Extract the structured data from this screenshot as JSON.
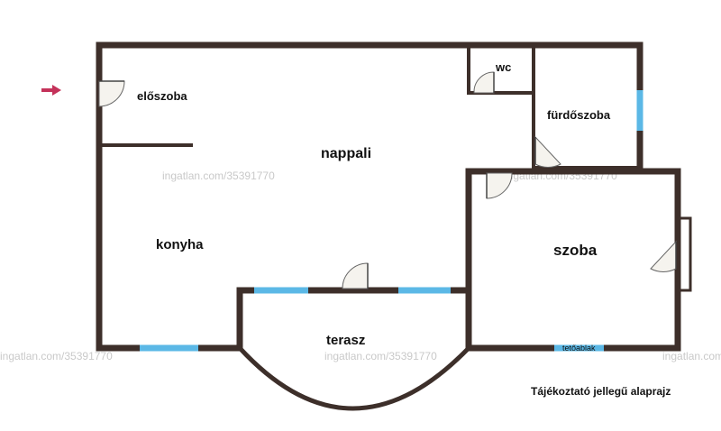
{
  "rooms": {
    "eloszoba": "előszoba",
    "nappali": "nappali",
    "wc": "wc",
    "furdoszoba": "fürdőszoba",
    "konyha": "konyha",
    "szoba": "szoba",
    "terasz": "terasz"
  },
  "labels": {
    "tetoablak": "tetőablak",
    "disclaimer": "Tájékoztató jellegű alaprajz"
  },
  "watermark": "ingatlan.com/35391770",
  "colors": {
    "wall": "#3d2f2a",
    "window": "#5bb8e6",
    "entrance_arrow": "#c4325a"
  },
  "icons": {
    "entrance": "arrow-right-icon"
  }
}
